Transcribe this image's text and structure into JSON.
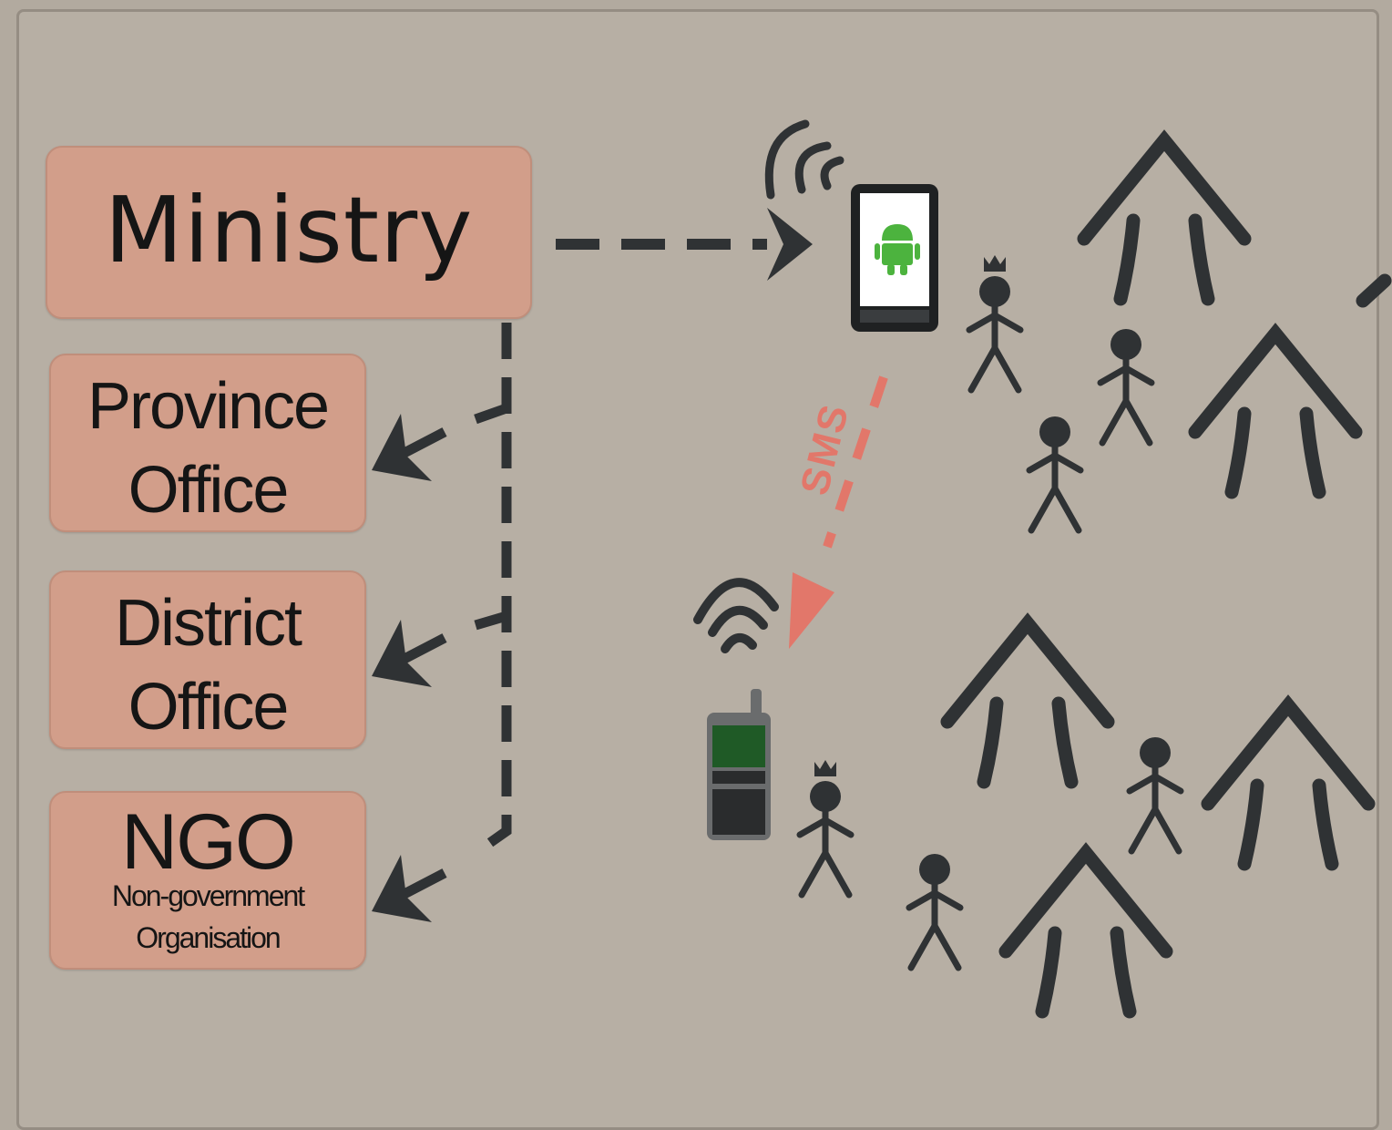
{
  "boxes": {
    "ministry": "Ministry",
    "province": [
      "Province",
      "Office"
    ],
    "district": [
      "District",
      "Office"
    ],
    "ngo": {
      "title": "NGO",
      "subtitle": [
        "Non-government",
        "Organisation"
      ]
    }
  },
  "sms_label": "SMS",
  "icons": [
    "android-smartphone-icon",
    "mobile-phone-icon",
    "wireless-signal-icon",
    "person-icon",
    "chief-person-icon",
    "hut-icon"
  ],
  "colors": {
    "box_fill": "#d29e8a",
    "arrow": "#2f3234",
    "sms": "#e2776a",
    "background": "#b7afa4",
    "android_green": "#4cb33e",
    "phone_screen": "#1f5a26"
  }
}
